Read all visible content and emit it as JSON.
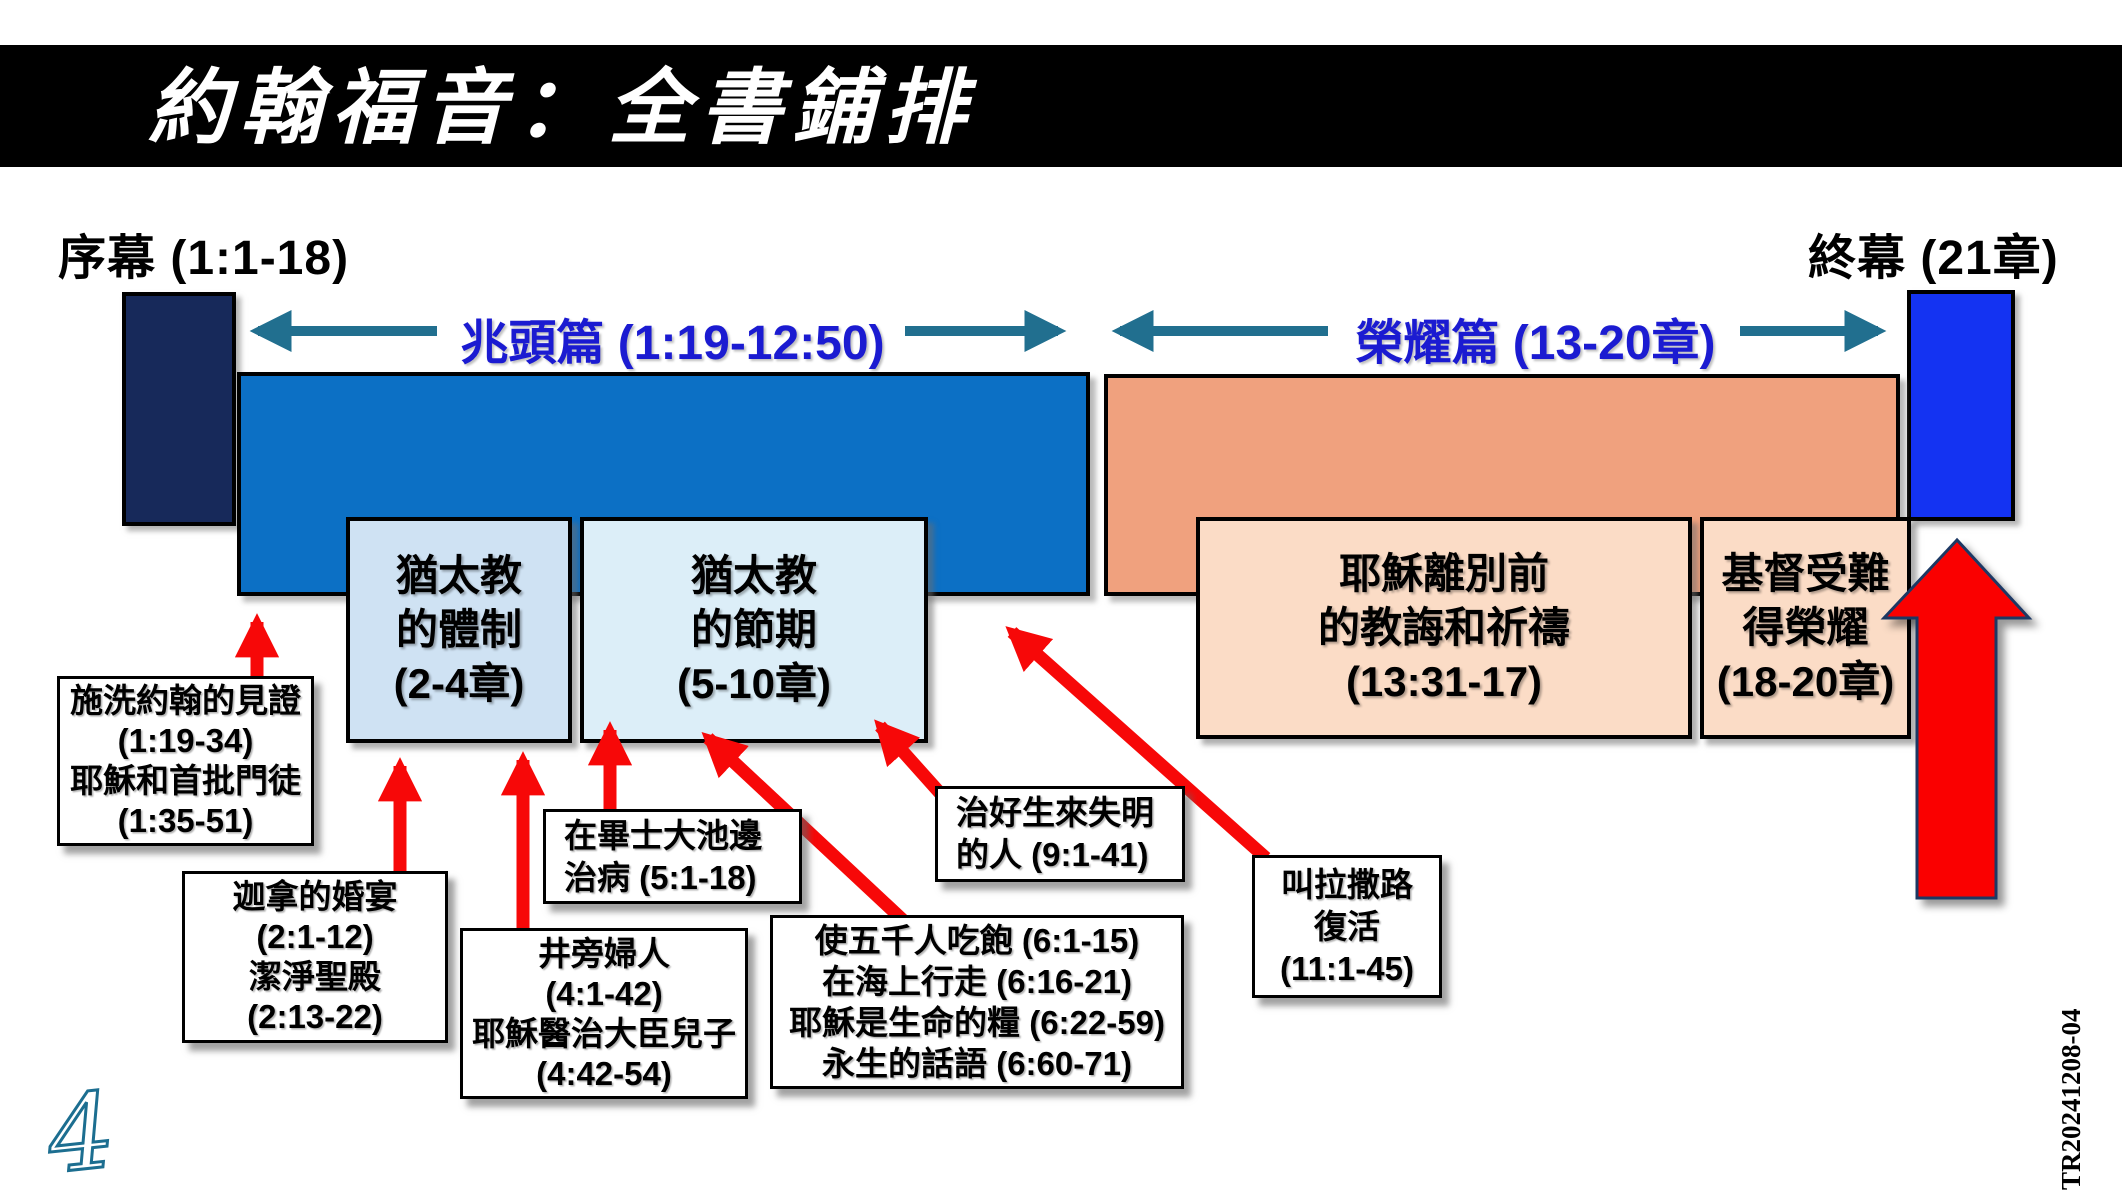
{
  "header": {
    "title": "約翰福音：全書鋪排"
  },
  "timeline": {
    "prologue": {
      "label": "序幕 (1:1-18)"
    },
    "epilogue": {
      "label": "終幕 (21章)"
    },
    "signs": {
      "label": "兆頭篇 (1:19-12:50)"
    },
    "glory": {
      "label": "榮耀篇 (13-20章)"
    }
  },
  "period_boxes": {
    "system": {
      "lines": [
        "猶太教",
        "的體制",
        "(2-4章)"
      ]
    },
    "festivals": {
      "lines": [
        "猶太教",
        "的節期",
        "(5-10章)"
      ]
    },
    "farewell": {
      "lines": [
        "耶穌離別前",
        "的教誨和祈禱",
        "(13:31-17)"
      ]
    },
    "passion": {
      "lines": [
        "基督受難",
        "得榮耀",
        "(18-20章)"
      ]
    }
  },
  "callouts": {
    "john_witness": {
      "lines": [
        "施洗約翰的見證",
        "(1:19-34)",
        "耶穌和首批門徒",
        "(1:35-51)"
      ]
    },
    "cana": {
      "lines": [
        "迦拿的婚宴",
        "(2:1-12)",
        "潔淨聖殿",
        "(2:13-22)"
      ]
    },
    "samaritan": {
      "lines": [
        "井旁婦人",
        "(4:1-42)",
        "耶穌醫治大臣兒子",
        "(4:42-54)"
      ]
    },
    "bethesda": {
      "lines": [
        "在畢士大池邊",
        "治病 (5:1-18)"
      ]
    },
    "feeding": {
      "lines": [
        "使五千人吃飽 (6:1-15)",
        "在海上行走 (6:16-21)",
        "耶穌是生命的糧 (6:22-59)",
        "永生的話語 (6:60-71)"
      ]
    },
    "blind": {
      "lines": [
        "治好生來失明",
        "的人 (9:1-41)"
      ]
    },
    "lazarus": {
      "lines": [
        "叫拉撒路",
        "復活",
        "(11:1-45)"
      ]
    }
  },
  "footer": {
    "page_number": "4",
    "ref_code": "TR20241208-04"
  },
  "colors": {
    "title_bar_bg": "#000000",
    "title_text": "#FFFFFF",
    "prologue_box": "#17295A",
    "epilogue_box": "#1433F2",
    "signs_band": "#0C70C5",
    "glory_band": "#F0A17E",
    "system_box": "#CFE2F3",
    "festivals_box": "#DCEEF8",
    "farewell_box": "#FBDCC6",
    "passion_box": "#FBDCC6",
    "section_label_text": "#1B1BD1",
    "teal_arrow": "#216F8F",
    "red_arrow": "#F70808",
    "page_number_outline": "#1C6E90"
  }
}
